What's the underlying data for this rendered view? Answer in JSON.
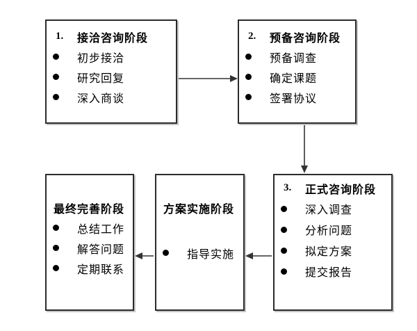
{
  "diagram": {
    "boxes": [
      {
        "number": "1.",
        "title": "接洽咨询阶段",
        "items": [
          "初步接洽",
          "研究回复",
          "深入商谈"
        ]
      },
      {
        "number": "2.",
        "title": "预备咨询阶段",
        "items": [
          "预备调查",
          "确定课题",
          "签署协议"
        ]
      },
      {
        "number": "3.",
        "title": "正式咨询阶段",
        "items": [
          "深入调查",
          "分析问题",
          "拟定方案",
          "提交报告"
        ]
      },
      {
        "title": "方案实施阶段",
        "items": [
          "指导实施"
        ]
      },
      {
        "title": "最终完善阶段",
        "items": [
          "总结工作",
          "解答问题",
          "定期联系"
        ]
      }
    ],
    "connectors": [
      {
        "from": "接洽咨询阶段",
        "to": "预备咨询阶段",
        "direction": "right"
      },
      {
        "from": "预备咨询阶段",
        "to": "正式咨询阶段",
        "direction": "down"
      },
      {
        "from": "正式咨询阶段",
        "to": "方案实施阶段",
        "direction": "left"
      },
      {
        "from": "方案实施阶段",
        "to": "最终完善阶段",
        "direction": "left"
      }
    ],
    "colors": {
      "background": "#ffffff",
      "border": "#2b2b2b",
      "shadow": "#c6c6c6",
      "text": "#000000",
      "arrow": "#333333"
    }
  }
}
